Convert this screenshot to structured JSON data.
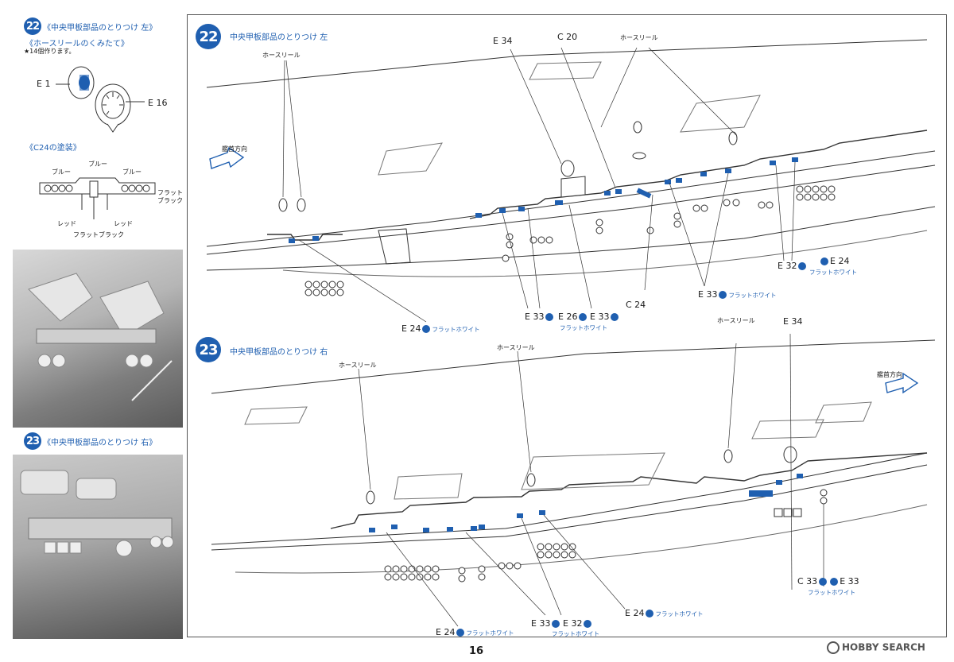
{
  "left": {
    "step22_badge": "22",
    "step22_title": "《中央甲板部品のとりつけ 左》",
    "hose_reel_title": "《ホースリールのくみたて》",
    "hose_reel_note": "★14個作ります。",
    "part_e1": "E 1",
    "part_e16": "E 16",
    "c24_paint_title": "《C24の塗装》",
    "c24_labels": {
      "blue_left": "ブルー",
      "blue_mid": "ブルー",
      "blue_right": "ブルー",
      "flat_black": "フラット\nブラック",
      "red_left": "レッド",
      "red_right": "レッド",
      "flat_black_bottom": "フラットブラック"
    },
    "step23_badge": "23",
    "step23_title": "《中央甲板部品のとりつけ 右》"
  },
  "diagram22": {
    "badge": "22",
    "title": "中央甲板部品のとりつけ 左",
    "bow_direction": "艦首方向",
    "hose_reel_a": "ホースリール",
    "hose_reel_b": "ホースリール",
    "e34": "E 34",
    "c20": "C 20",
    "e24_bottom": "E 24",
    "e24_bottom_paint": "フラットホワイト",
    "e33_a": "E 33",
    "e26": "E 26",
    "e26_paint": "フラットホワイト",
    "e33_b": "E 33",
    "c24": "C 24",
    "e33_c": "E 33",
    "e33_c_paint": "フラットホワイト",
    "e32": "E 32",
    "e24_right": "E 24",
    "e24_right_paint": "フラットホワイト"
  },
  "diagram23": {
    "badge": "23",
    "title": "中央甲板部品のとりつけ 右",
    "bow_direction": "艦首方向",
    "hose_reel_a": "ホースリール",
    "hose_reel_b": "ホースリール",
    "hose_reel_c": "ホースリール",
    "e34": "E 34",
    "c33": "C 33",
    "e33_right": "E 33",
    "c33_paint": "フラットホワイト",
    "e24_mid": "E 24",
    "e24_mid_paint": "フラットホワイト",
    "e33": "E 33",
    "e32": "E 32",
    "e33_e32_paint": "フラットホワイト",
    "e24_bottom": "E 24",
    "e24_bottom_paint": "フラットホワイト"
  },
  "page_number": "16",
  "watermark": "HOBBY SEARCH",
  "colors": {
    "accent": "#1f5fb0",
    "line": "#333333"
  }
}
